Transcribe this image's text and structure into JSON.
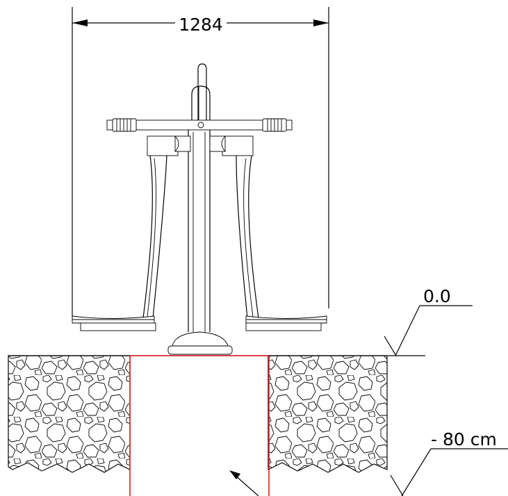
{
  "dimensions": {
    "width_label": "1284"
  },
  "levels": {
    "ground_label": "0.0",
    "depth_label": "- 80 cm"
  },
  "colors": {
    "lines": "#000000",
    "foundation": "#e8161b",
    "background": "#ffffff"
  }
}
